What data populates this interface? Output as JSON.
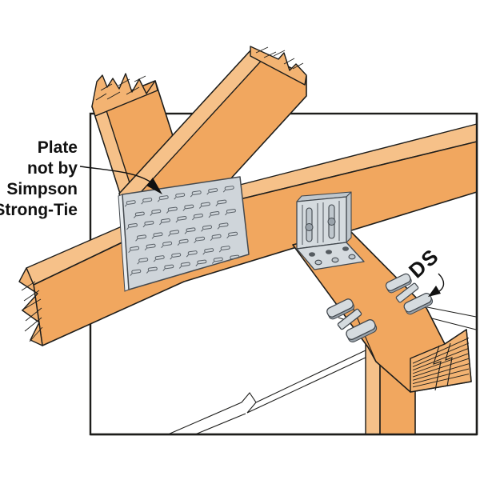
{
  "labels": {
    "plate_callout_lines": [
      "Plate",
      "not by",
      "Simpson",
      "Strong-Tie"
    ],
    "ds_label": "DS"
  },
  "colors": {
    "wood_front": "#f1a75f",
    "wood_top": "#f6c189",
    "wood_end": "#f3b372",
    "outline": "#1d1d1b",
    "metal_light": "#d5dbdf",
    "metal_mid": "#bfc7cd",
    "metal_dark": "#9aa3ab",
    "metal_outline": "#41474d",
    "plate_fill": "#cfd5da",
    "text_color": "#111111",
    "background": "#ffffff"
  }
}
